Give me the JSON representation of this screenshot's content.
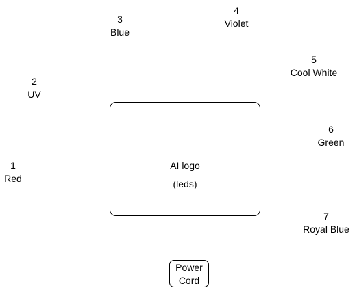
{
  "channels": [
    {
      "number": "1",
      "name": "Red"
    },
    {
      "number": "2",
      "name": "UV"
    },
    {
      "number": "3",
      "name": "Blue"
    },
    {
      "number": "4",
      "name": "Violet"
    },
    {
      "number": "5",
      "name": "Cool White"
    },
    {
      "number": "6",
      "name": "Green"
    },
    {
      "number": "7",
      "name": "Royal Blue"
    }
  ],
  "logo": {
    "title": "AI logo",
    "subtitle": "(leds)"
  },
  "power_cord": {
    "line1": "Power",
    "line2": "Cord"
  }
}
